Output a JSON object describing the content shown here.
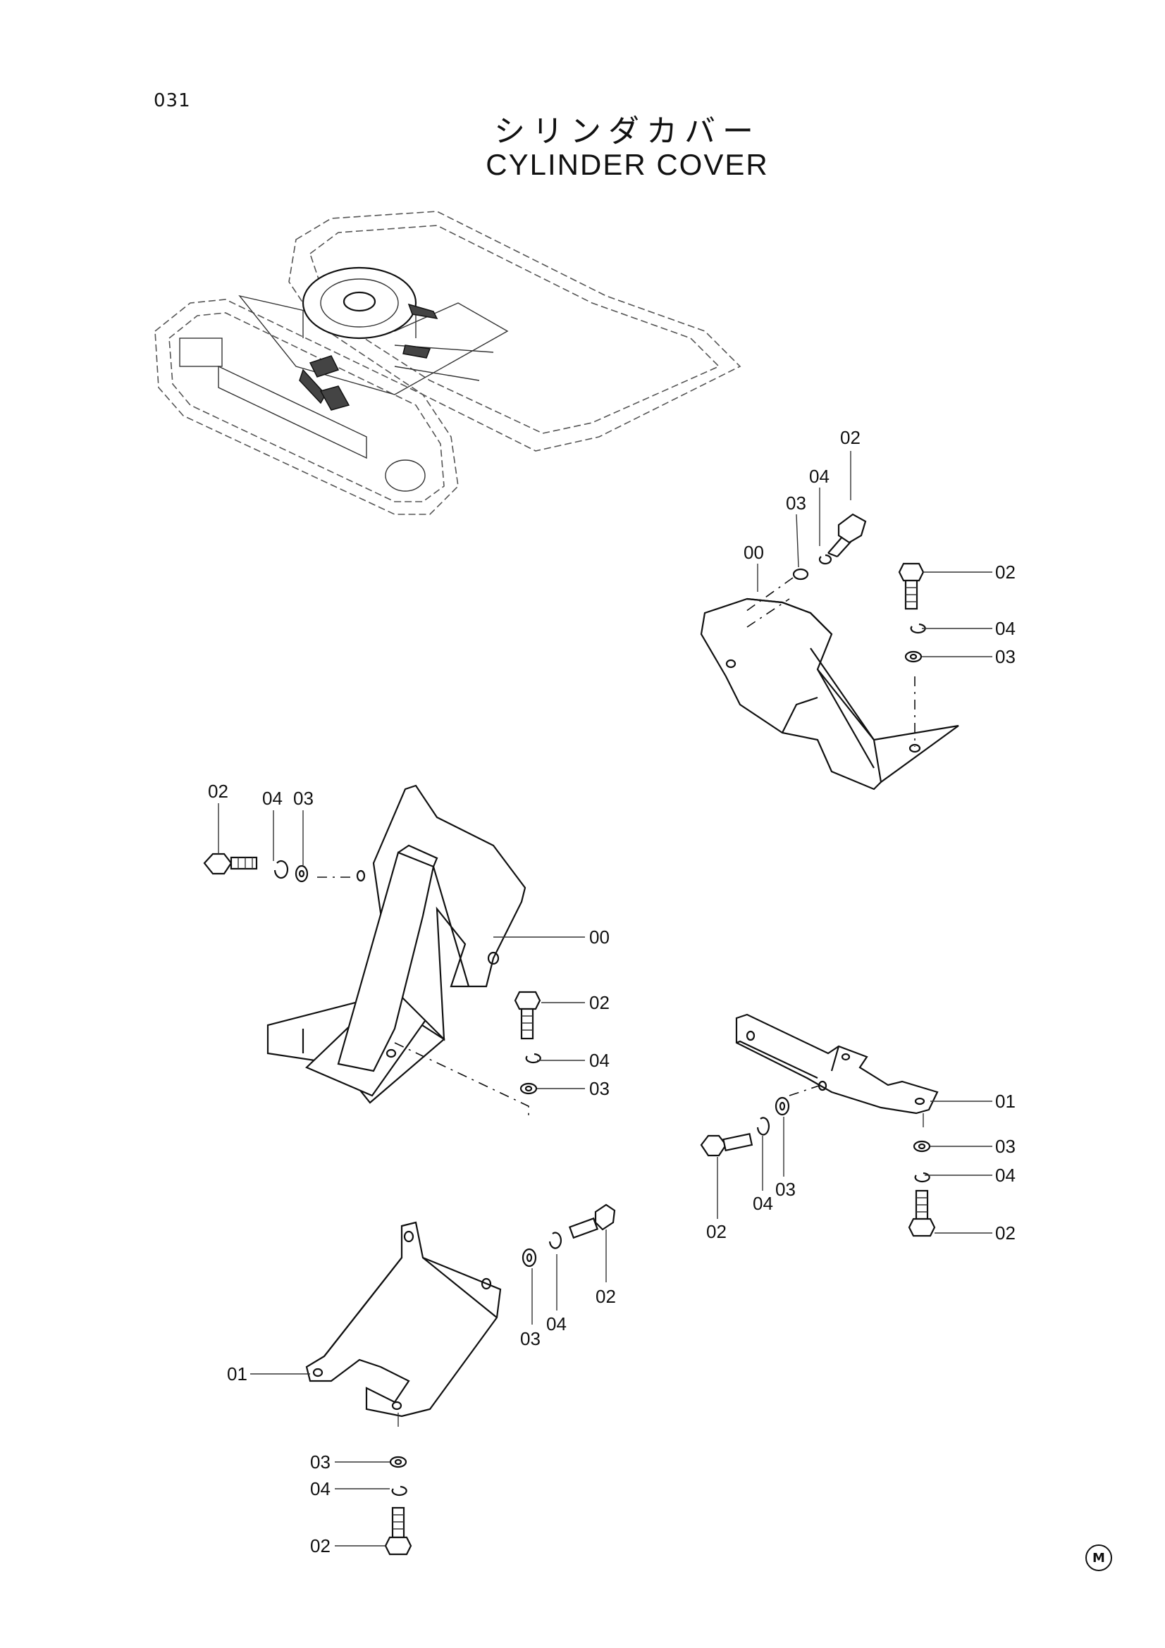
{
  "page_number": "031",
  "title_jp": "シリンダカバー",
  "title_en": "CYLINDER  COVER",
  "mark": "M",
  "callouts": {
    "a1": "02",
    "a2": "04",
    "a3": "03",
    "a4": "00",
    "a5": "02",
    "a6": "04",
    "a7": "03",
    "b1": "02",
    "b2": "04",
    "b3": "03",
    "b4": "00",
    "b5": "02",
    "b6": "04",
    "b7": "03",
    "c1": "01",
    "c2": "03",
    "c3": "04",
    "c4": "02",
    "c5": "02",
    "c6": "04",
    "c7": "03",
    "d1": "03",
    "d2": "04",
    "d3": "02",
    "d4": "01",
    "d5": "03",
    "d6": "04",
    "d7": "02"
  }
}
